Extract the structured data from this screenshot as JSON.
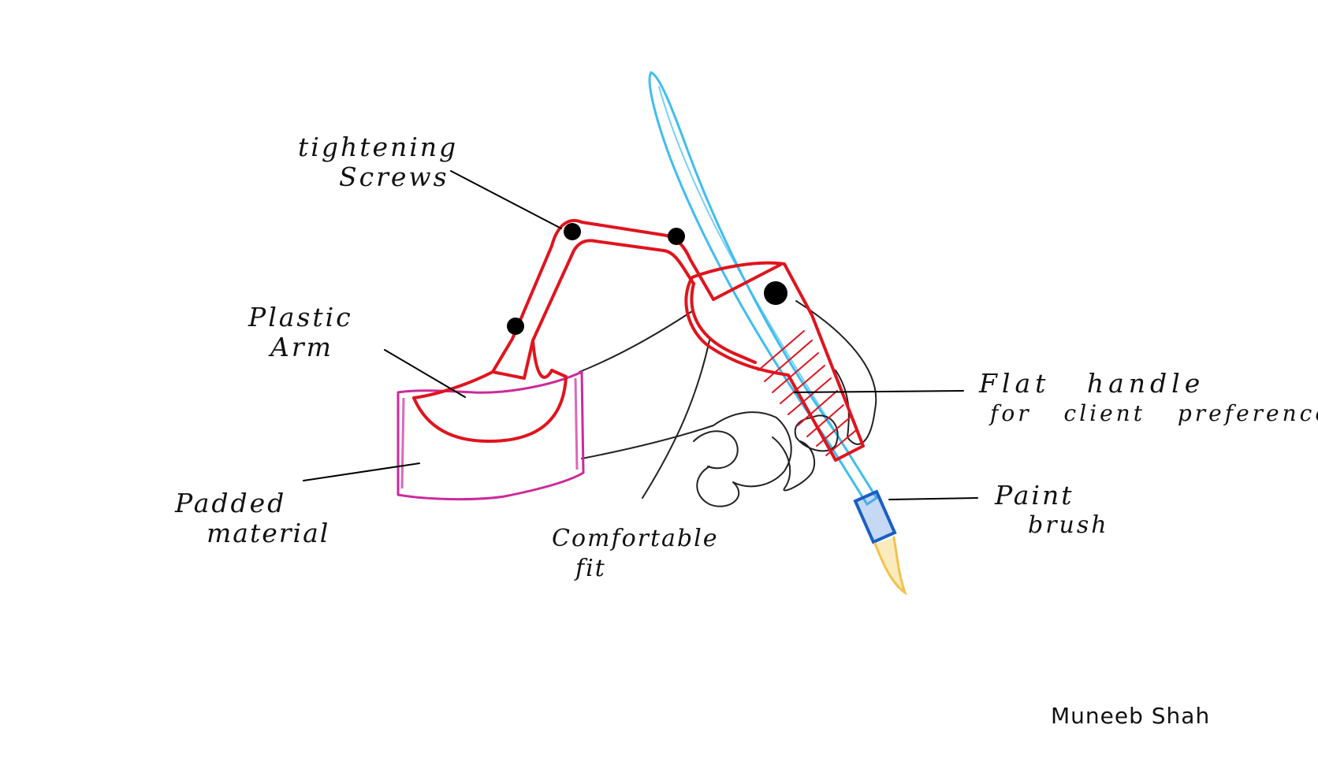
{
  "labels": {
    "screws": {
      "line1": "tightening",
      "line2": "Screws"
    },
    "arm": {
      "line1": "Plastic",
      "line2": "Arm"
    },
    "padded": {
      "line1": "Padded",
      "line2": "material"
    },
    "fit": {
      "line1": "Comfortable",
      "line2": "fit"
    },
    "handle": {
      "line1": "Flat handle",
      "line2": "for client preference"
    },
    "brush": {
      "line1": "Paint",
      "line2": "brush"
    }
  },
  "signature": "Muneeb Shah",
  "colors": {
    "arm": "#e0141e",
    "padding": "#cc2a9a",
    "brush_handle": "#3fbdee",
    "ferrule": "#1a5fc4",
    "bristles": "#f2c24a",
    "hand": "#222222",
    "screws": "#000000",
    "leader_lines": "#000000"
  },
  "icons": [
    "hand-sketch",
    "paint-brush",
    "screw-dot"
  ]
}
